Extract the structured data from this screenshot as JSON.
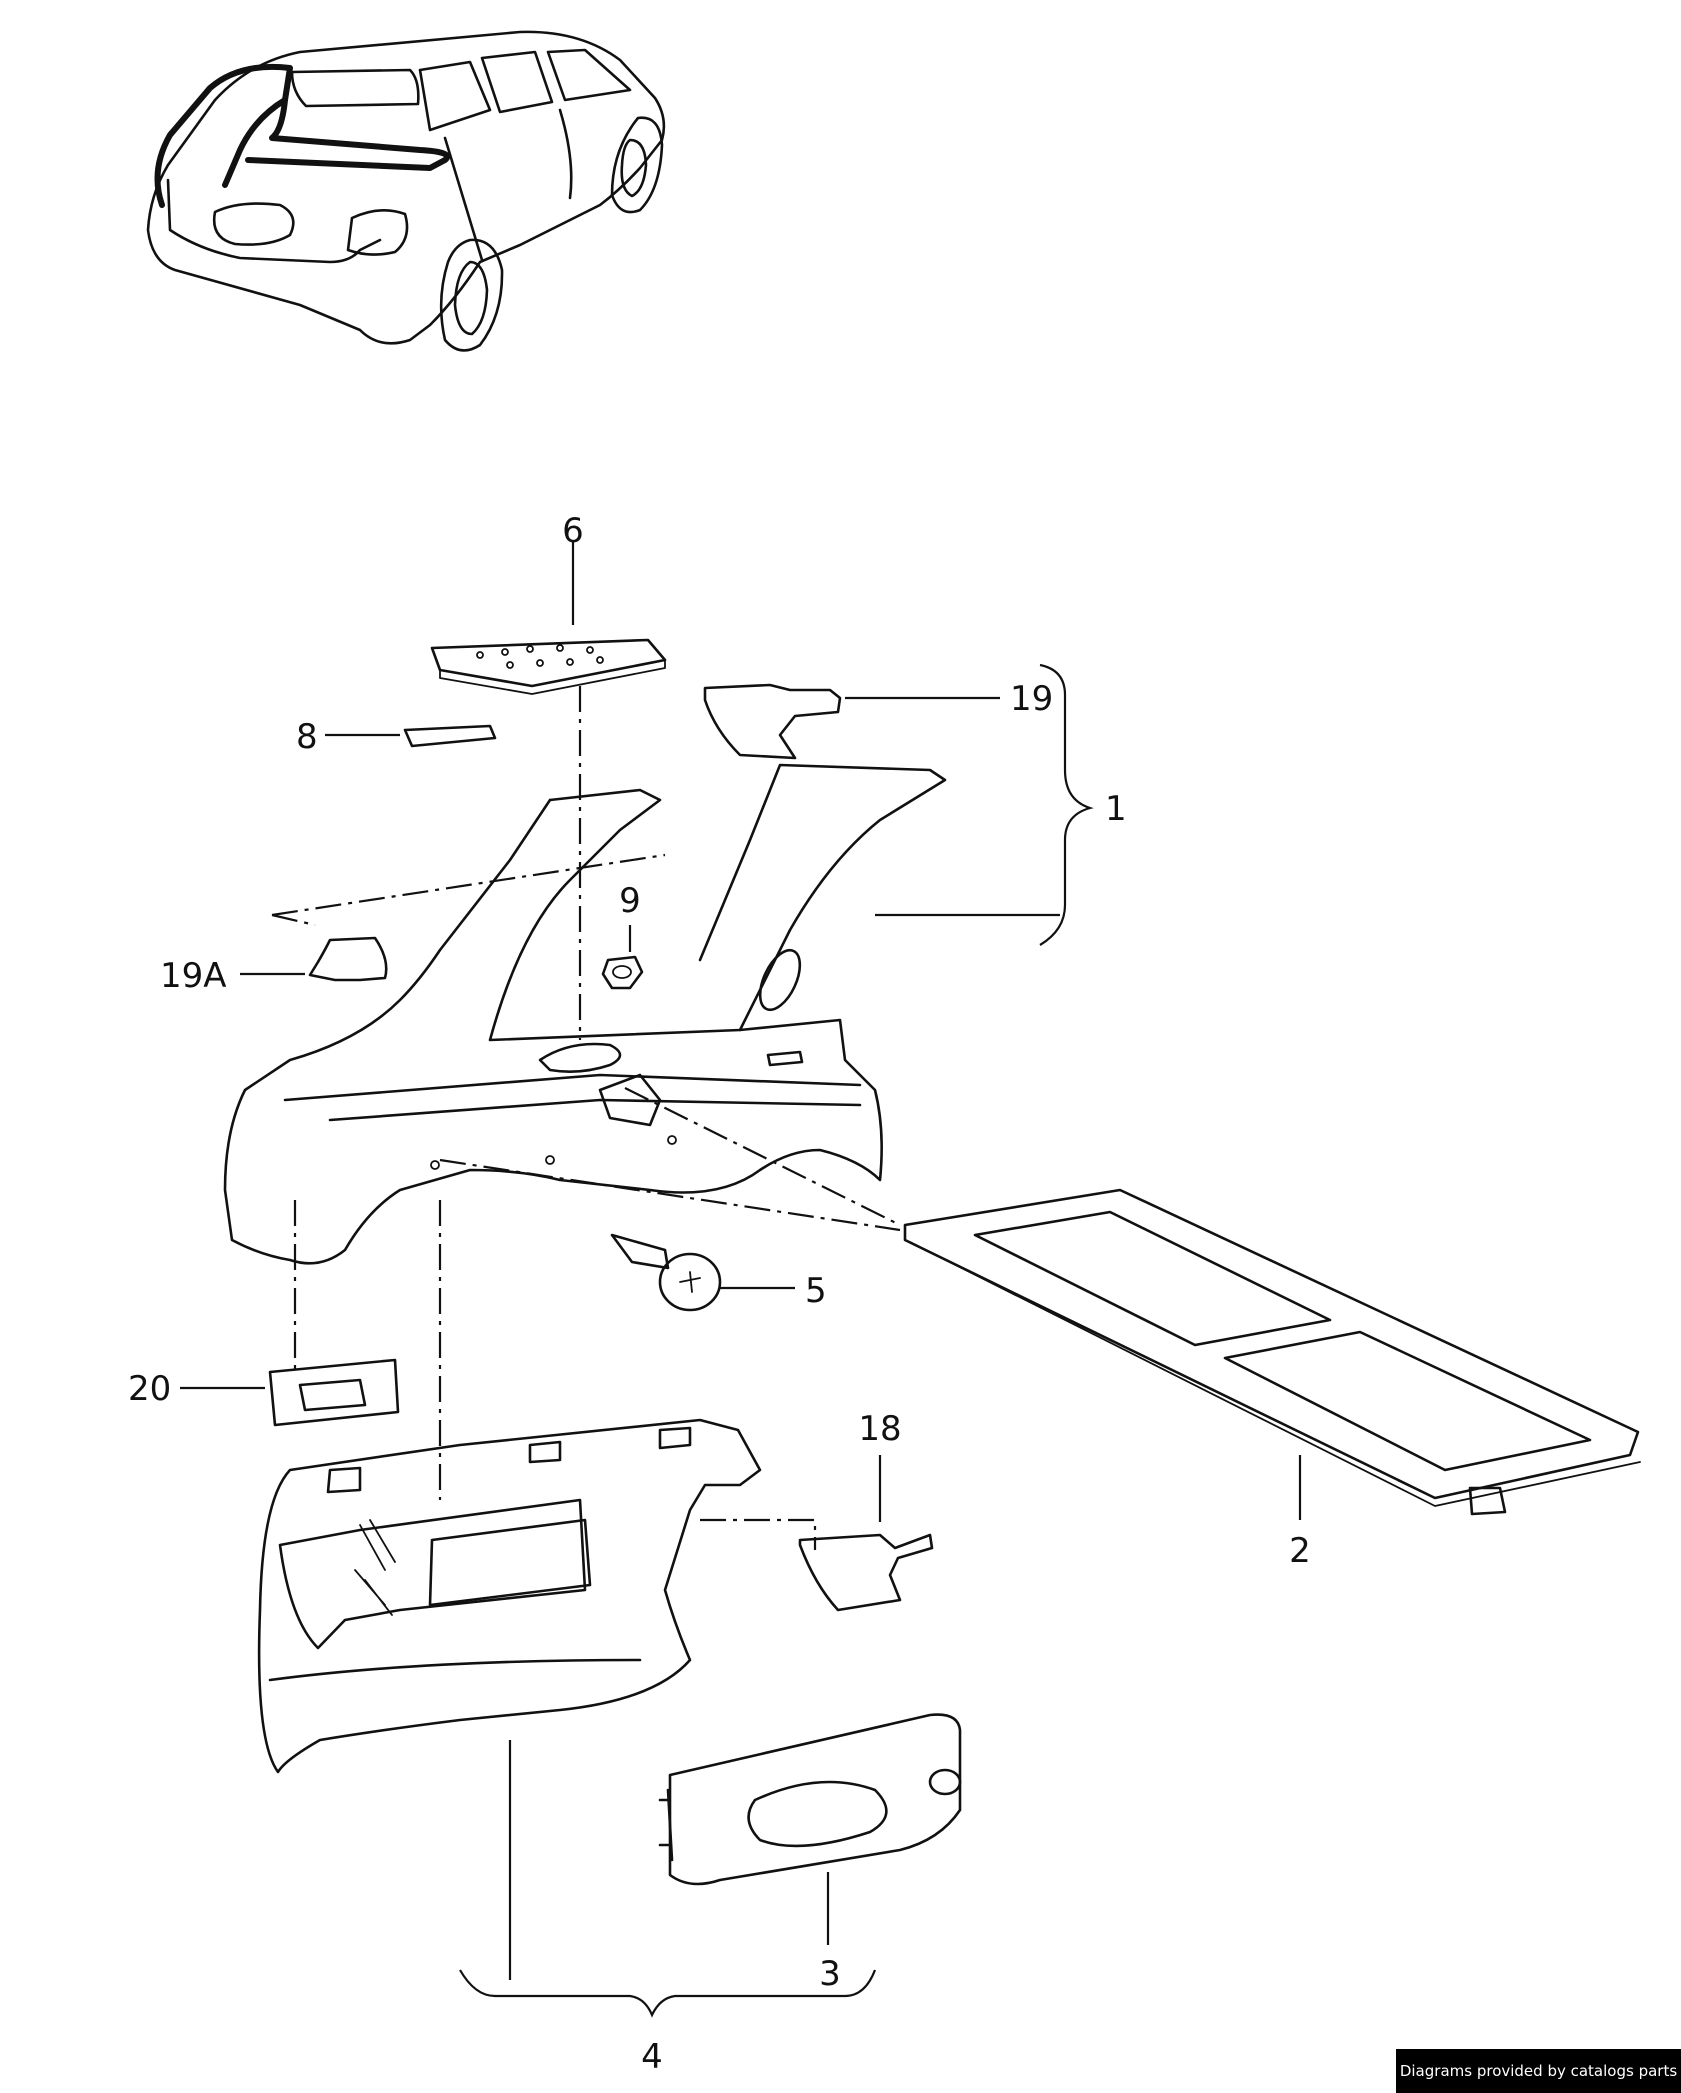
{
  "callouts": {
    "c1": "1",
    "c2": "2",
    "c3": "3",
    "c4": "4",
    "c5": "5",
    "c6": "6",
    "c8": "8",
    "c9": "9",
    "c18": "18",
    "c19": "19",
    "c19a": "19A",
    "c20": "20"
  },
  "footer": {
    "credit": "Diagrams provided by catalogs parts"
  }
}
